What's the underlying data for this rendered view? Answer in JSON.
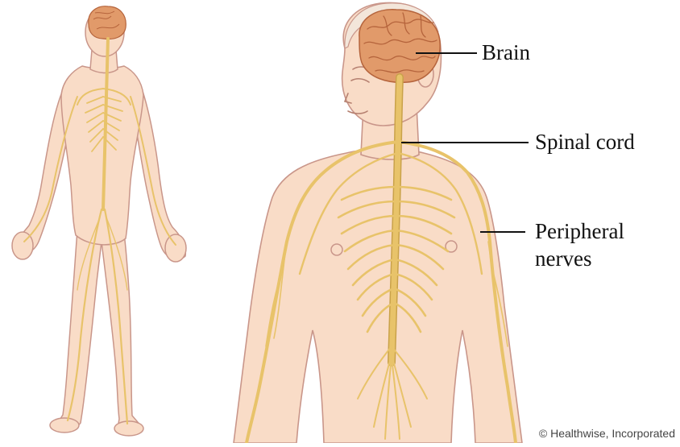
{
  "labels": {
    "brain": "Brain",
    "spinal_cord": "Spinal cord",
    "peripheral_line1": "Peripheral",
    "peripheral_line2": "nerves"
  },
  "credit": "© Healthwise, Incorporated",
  "colors": {
    "skin": "#f9dcc7",
    "skin_outline": "#c9968a",
    "nerve": "#e8c36a",
    "nerve_dark": "#c9a24a",
    "brain": "#e19a6a",
    "brain_dark": "#b5643c",
    "hair": "#f3e6da"
  }
}
